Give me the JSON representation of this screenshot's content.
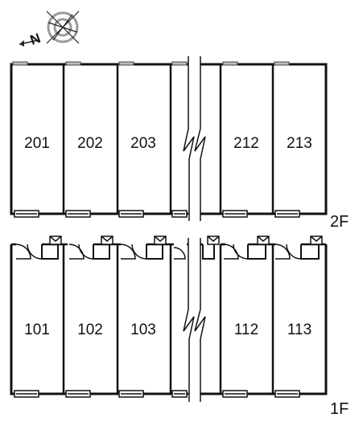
{
  "compass": {
    "label": "N",
    "icon": "compass-rose-icon"
  },
  "floors": [
    {
      "label": "2F",
      "rooms": [
        "201",
        "202",
        "203",
        "212",
        "213"
      ]
    },
    {
      "label": "1F",
      "rooms": [
        "101",
        "102",
        "103",
        "112",
        "113"
      ]
    }
  ],
  "colors": {
    "wall": "#111111",
    "door": "#111111",
    "compass": "#9a9a9a",
    "background": "#ffffff"
  }
}
